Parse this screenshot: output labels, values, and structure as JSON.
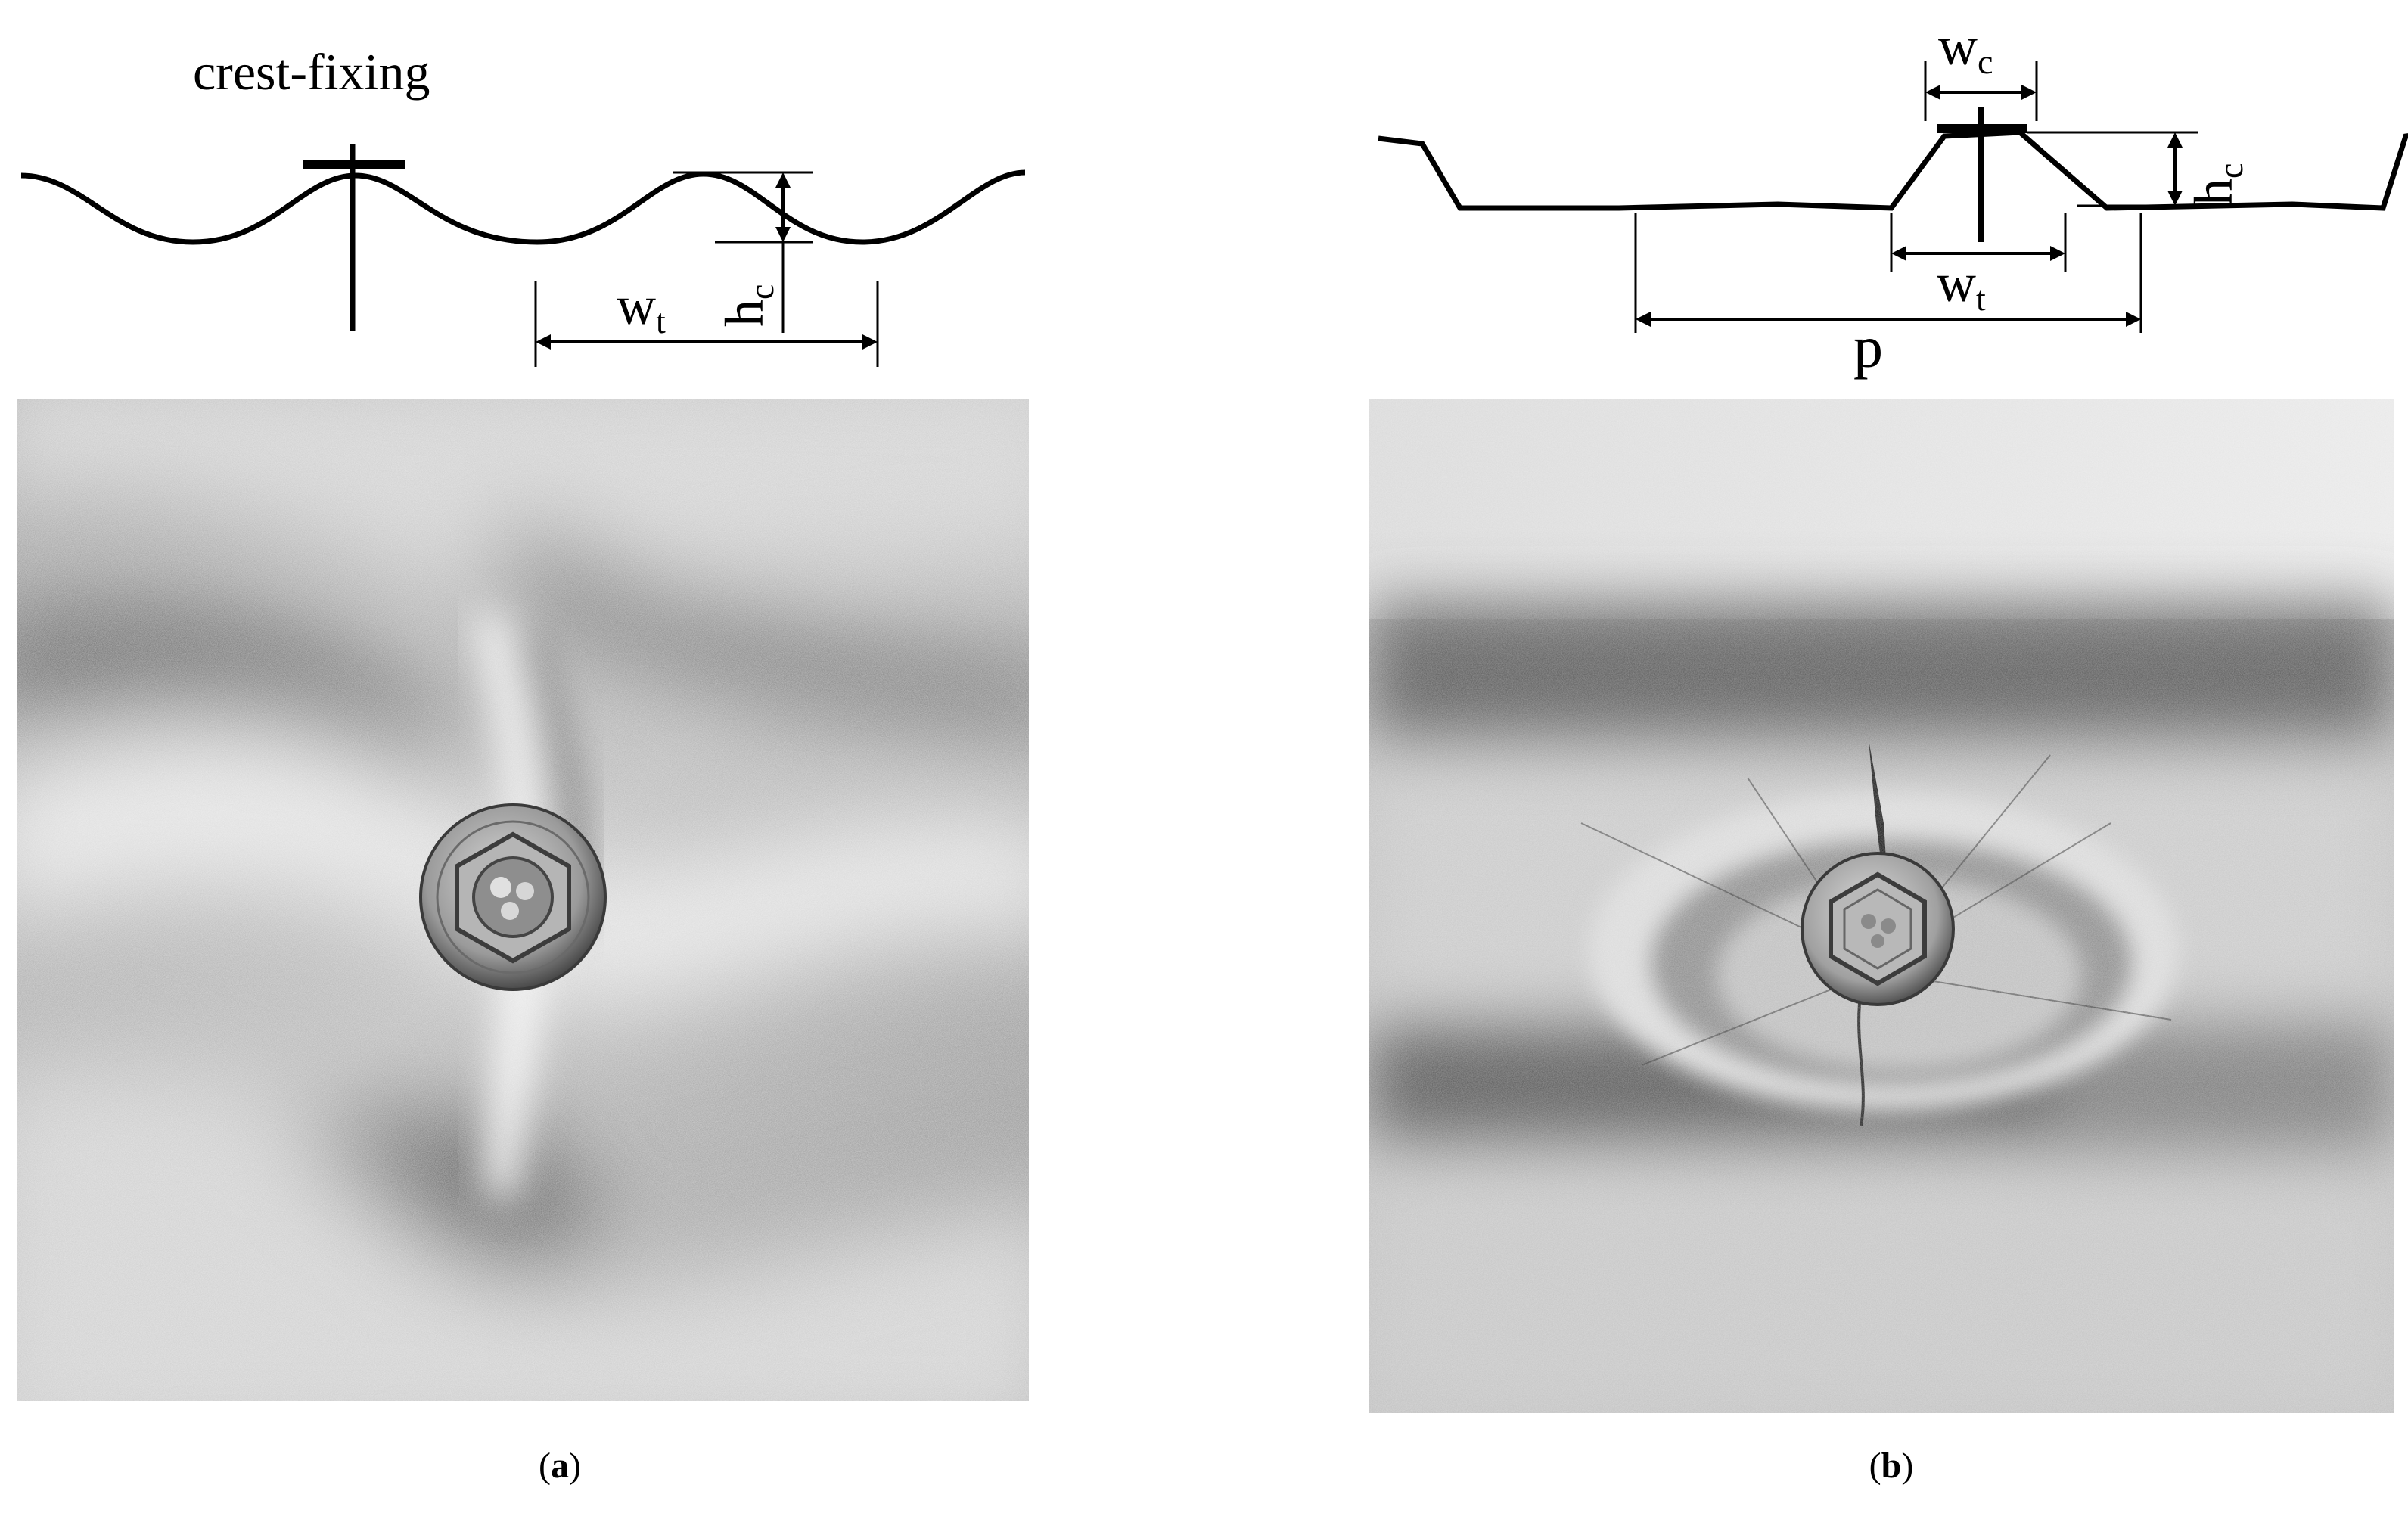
{
  "panel_a": {
    "diagram": {
      "title": "crest-fixing",
      "wt_main": "w",
      "wt_sub": "t",
      "hc_main": "h",
      "hc_sub": "c"
    },
    "caption": {
      "open": "(",
      "letter": "a",
      "close": ")"
    }
  },
  "panel_b": {
    "diagram": {
      "wc_main": "w",
      "wc_sub": "c",
      "hc_main": "h",
      "hc_sub": "c",
      "wt_main": "w",
      "wt_sub": "t",
      "p_label": "p"
    },
    "caption": {
      "open": "(",
      "letter": "b",
      "close": ")"
    }
  },
  "colors": {
    "ink": "#000000",
    "metal_light": "#d2d2d2",
    "metal_dark": "#5a5a5a"
  }
}
